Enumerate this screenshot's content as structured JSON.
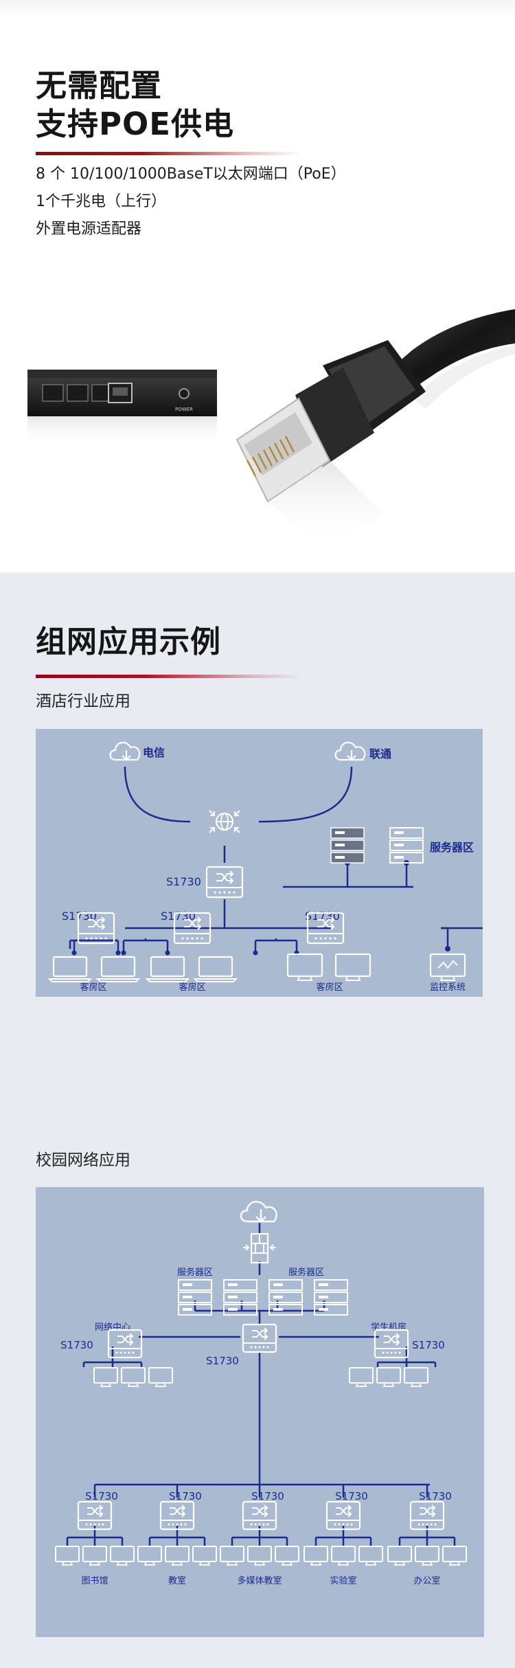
{
  "hero": {
    "title_line1": "无需配置",
    "title_line2": "支持POE供电",
    "features": [
      "8 个 10/100/1000BaseT以太网端口（PoE）",
      "1个千兆电（上行）",
      "外置电源适配器"
    ],
    "device_port_label": "POWER"
  },
  "section": {
    "title": "组网应用示例"
  },
  "hotel": {
    "subtitle": "酒店行业应用",
    "isp1": "电信",
    "isp2": "联通",
    "server_zone": "服务器区",
    "core_switch": "S1730",
    "sw_left": "S1730",
    "sw_mid": "S1730",
    "sw_right": "S1730",
    "room1": "客房区",
    "room2": "客房区",
    "room3": "客房区",
    "monitor": "监控系统"
  },
  "campus": {
    "subtitle": "校园网络应用",
    "server_zone_left": "服务器区",
    "server_zone_right": "服务器区",
    "network_center": "网络中心",
    "student_lab": "学生机房",
    "sw_left": "S1730",
    "sw_core": "S1730",
    "sw_right": "S1730",
    "sw_b1": "S1730",
    "sw_b2": "S1730",
    "sw_b3": "S1730",
    "sw_b4": "S1730",
    "sw_b5": "S1730",
    "zone1": "图书馆",
    "zone2": "教室",
    "zone3": "多媒体教室",
    "zone4": "实验室",
    "zone5": "办公室"
  },
  "colors": {
    "accent_red": "#a9121d",
    "diagram_blue": "#1b2a8c",
    "panel_bg": "#a9bad1"
  }
}
